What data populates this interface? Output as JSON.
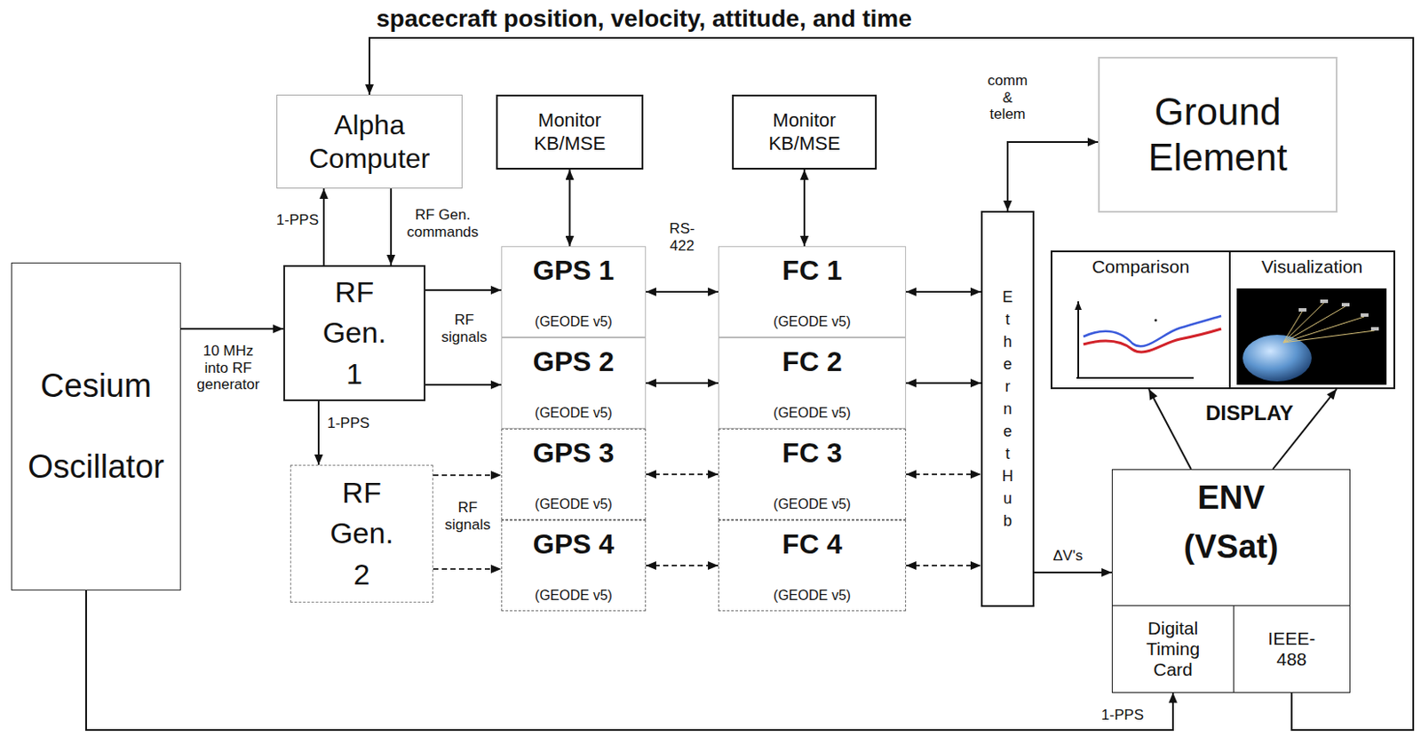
{
  "diagram": {
    "nodes": [
      {
        "text": [
          "Alpha Computer"
        ]
      },
      {
        "text": [
          "Monitor KB/MSE"
        ]
      },
      {
        "text": [
          "Monitor KB/MSE"
        ]
      },
      {
        "text": [
          "Ground Element"
        ]
      },
      {
        "text": [
          "Comparison"
        ]
      },
      {
        "text": [
          "Visualization"
        ]
      },
      {
        "text": [
          "Cesium Oscillator"
        ]
      },
      {
        "text": [
          "RF Gen. 1"
        ]
      },
      {
        "text": [
          "GPS 1",
          "(GEODE v5)"
        ]
      },
      {
        "text": [
          "FC 1",
          "(GEODE v5)"
        ]
      },
      {
        "text": [
          "Ethernet Hub"
        ]
      },
      {
        "text": [
          "GPS 2",
          "(GEODE v5)"
        ]
      },
      {
        "text": [
          "FC 2",
          "(GEODE v5)"
        ]
      },
      {
        "text": [
          "RF Gen. 2"
        ]
      },
      {
        "text": [
          "GPS 3",
          "(GEODE v5)"
        ]
      },
      {
        "text": [
          "FC 3",
          "(GEODE v5)"
        ]
      },
      {
        "text": [
          "GPS 4",
          "(GEODE v5)"
        ]
      },
      {
        "text": [
          "FC 4",
          "(GEODE v5)"
        ]
      },
      {
        "text": [
          "ENV (VSat)"
        ]
      },
      {
        "text": [
          "Digital Timing Card"
        ],
        "in": 18
      },
      {
        "text": [
          "IEEE-488"
        ],
        "in": 18
      }
    ],
    "edges": [
      {
        "from": 20,
        "to": 0,
        "arrow": "to",
        "label": "spacecraft position, velocity, attitude, and time"
      },
      {
        "from": 7,
        "to": 0,
        "arrow": "to",
        "label": "1-PPS"
      },
      {
        "from": 0,
        "to": 7,
        "arrow": "to",
        "label": "RF Gen. commands"
      },
      {
        "from": 6,
        "to": 7,
        "arrow": "to",
        "label": "10 MHz into RF generator"
      },
      {
        "from": 7,
        "to": 8,
        "arrow": "to"
      },
      {
        "from": 7,
        "to": 11,
        "arrow": "to"
      },
      {
        "from": 7,
        "to": 13,
        "arrow": "to",
        "label": "1-PPS"
      },
      {
        "from": 13,
        "to": 14,
        "arrow": "to"
      },
      {
        "from": 13,
        "to": 16,
        "arrow": "to"
      },
      {
        "from": 1,
        "to": 8,
        "arrow": "both"
      },
      {
        "from": 2,
        "to": 9,
        "arrow": "both"
      },
      {
        "from": 8,
        "to": 9,
        "arrow": "both",
        "label": "RS-422"
      },
      {
        "from": 11,
        "to": 12,
        "arrow": "both"
      },
      {
        "from": 14,
        "to": 15,
        "arrow": "both"
      },
      {
        "from": 16,
        "to": 17,
        "arrow": "both"
      },
      {
        "from": 9,
        "to": 10,
        "arrow": "both"
      },
      {
        "from": 12,
        "to": 10,
        "arrow": "both"
      },
      {
        "from": 15,
        "to": 10,
        "arrow": "both"
      },
      {
        "from": 17,
        "to": 10,
        "arrow": "both"
      },
      {
        "from": 10,
        "to": 3,
        "arrow": "both",
        "label": "comm & telem"
      },
      {
        "from": 10,
        "to": 18,
        "arrow": "to",
        "label": "ΔV's"
      },
      {
        "from": 18,
        "to": 4,
        "arrow": "to"
      },
      {
        "from": 18,
        "to": 5,
        "arrow": "to"
      },
      {
        "from": 6,
        "to": 19,
        "arrow": "to",
        "label": "1-PPS"
      }
    ],
    "labels": [
      "RF signals",
      "RF signals",
      "DISPLAY"
    ]
  }
}
